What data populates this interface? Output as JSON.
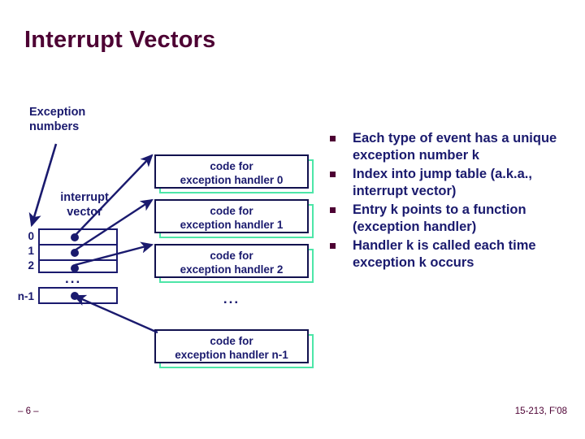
{
  "slide": {
    "title": "Interrupt Vectors",
    "footer_left": "– 6 –",
    "footer_right": "15-213, F'08"
  },
  "colors": {
    "title": "#4D0033",
    "diagram_navy": "#1A1A6E",
    "box_shadow_teal": "#4DE6A8",
    "bullet_marker": "#4D0033",
    "background": "#FFFFFF"
  },
  "diagram": {
    "exception_numbers_label": "Exception numbers",
    "interrupt_vector_label": "interrupt vector",
    "vector_table": {
      "indices": [
        "0",
        "1",
        "2"
      ],
      "last_index": "n-1",
      "ellipsis": "..."
    },
    "handlers": [
      {
        "line1": "code for",
        "line2": "exception handler 0"
      },
      {
        "line1": "code for",
        "line2": "exception handler 1"
      },
      {
        "line1": "code for",
        "line2": "exception handler 2"
      },
      {
        "line1": "code for",
        "line2": "exception handler n-1"
      }
    ],
    "handlers_ellipsis": "..."
  },
  "bullets": [
    "Each type of event has a unique exception number k",
    "Index into jump table (a.k.a., interrupt vector)",
    "Entry k points to a function (exception handler)",
    "Handler k is called each time exception k occurs"
  ]
}
